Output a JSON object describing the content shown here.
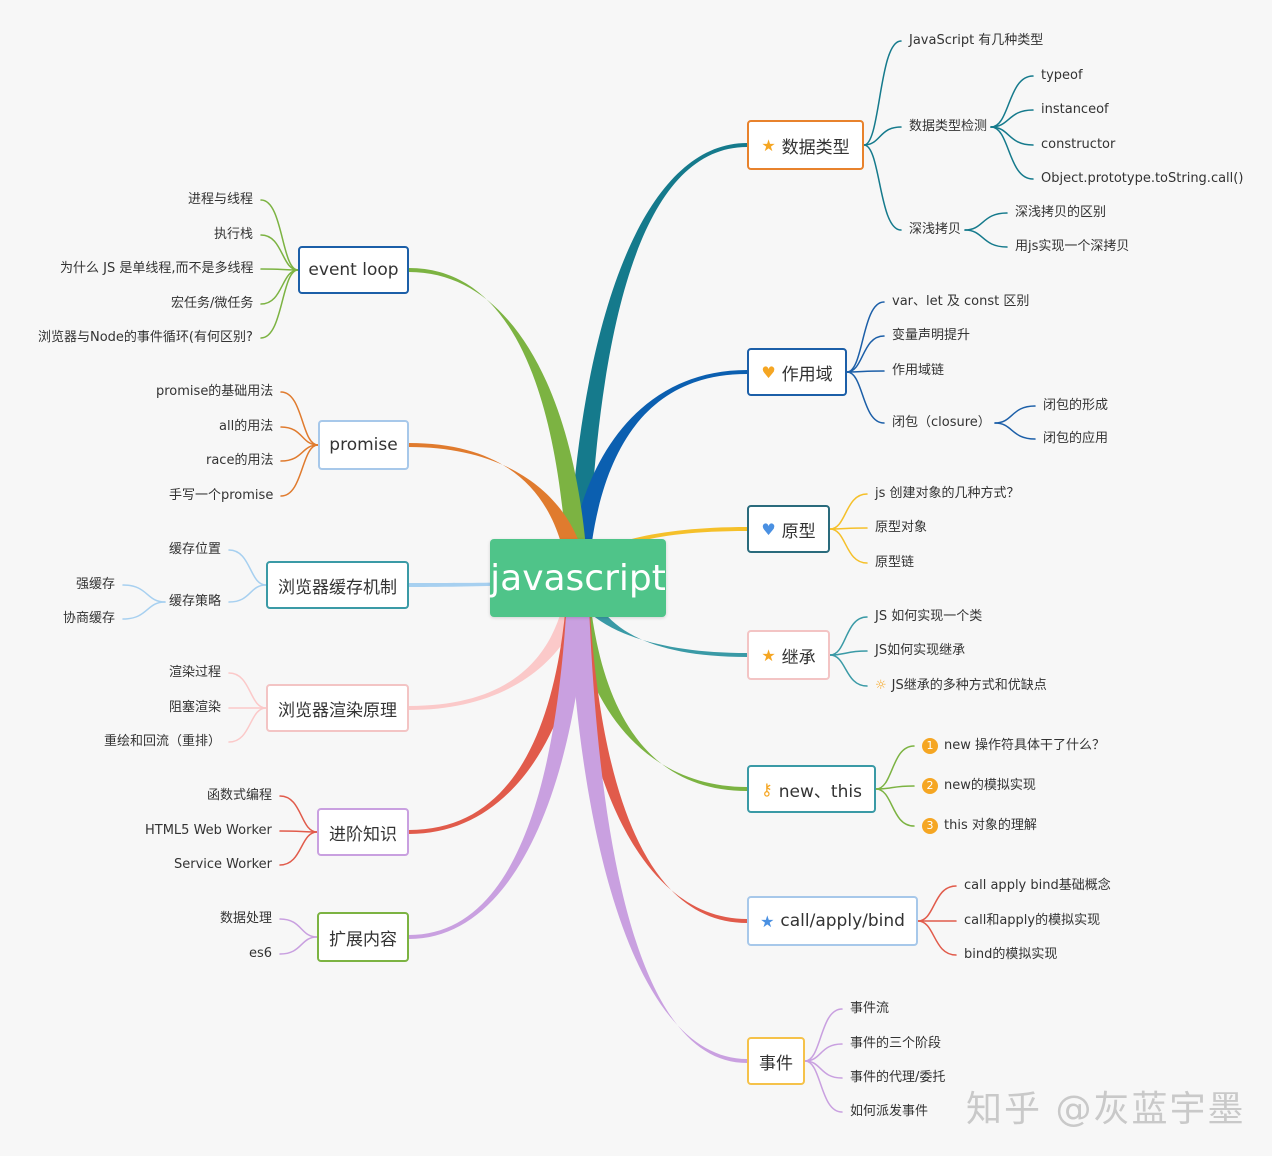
{
  "center": {
    "label": "javascript"
  },
  "watermark": "知乎 @灰蓝宇墨",
  "topics": [
    {
      "id": "t1",
      "label": "数据类型",
      "icon": "star-icon",
      "glyph": "★",
      "icon_color": "#f5a623",
      "color": "#e8822c",
      "children": [
        {
          "label": "JavaScript 有几种类型",
          "children": []
        },
        {
          "label": "数据类型检测",
          "children": [
            {
              "label": "typeof"
            },
            {
              "label": "instanceof"
            },
            {
              "label": "constructor"
            },
            {
              "label": "Object.prototype.toString.call()"
            }
          ]
        },
        {
          "label": "深浅拷贝",
          "children": [
            {
              "label": "深浅拷贝的区别"
            },
            {
              "label": "用js实现一个深拷贝"
            }
          ]
        }
      ]
    },
    {
      "id": "t2",
      "label": "作用域",
      "icon": "heart-icon",
      "glyph": "♥",
      "icon_color": "#f5a623",
      "color": "#1c5fa8",
      "children": [
        {
          "label": "var、let 及 const 区别",
          "children": []
        },
        {
          "label": "变量声明提升",
          "children": []
        },
        {
          "label": "作用域链",
          "children": []
        },
        {
          "label": "闭包（closure）",
          "children": [
            {
              "label": "闭包的形成"
            },
            {
              "label": "闭包的应用"
            }
          ]
        }
      ]
    },
    {
      "id": "t3",
      "label": "原型",
      "icon": "heart-icon",
      "glyph": "♥",
      "icon_color": "#4a90e2",
      "color": "#2a6b7c",
      "children": [
        {
          "label": "js 创建对象的几种方式？",
          "children": []
        },
        {
          "label": "原型对象",
          "children": []
        },
        {
          "label": "原型链",
          "children": []
        }
      ]
    },
    {
      "id": "t4",
      "label": "继承",
      "icon": "star-icon",
      "glyph": "★",
      "icon_color": "#f5a623",
      "color": "#f3c4c4",
      "children": [
        {
          "label": "JS 如何实现一个类",
          "children": []
        },
        {
          "label": "JS如何实现继承",
          "children": []
        },
        {
          "label": "JS继承的多种方式和优缺点",
          "bulb": true,
          "children": []
        }
      ]
    },
    {
      "id": "t5",
      "label": "new、this",
      "icon": "key-icon",
      "glyph": "⚷",
      "icon_color": "#f5a623",
      "color": "#3a9aa6",
      "children": [
        {
          "label": "new 操作符具体干了什么？",
          "num": "1",
          "children": []
        },
        {
          "label": "new的模拟实现",
          "num": "2",
          "children": []
        },
        {
          "label": "this 对象的理解",
          "num": "3",
          "children": []
        }
      ]
    },
    {
      "id": "t6",
      "label": "call/apply/bind",
      "icon": "star-icon",
      "glyph": "★",
      "icon_color": "#4a90e2",
      "color": "#a7c8ea",
      "children": [
        {
          "label": "call apply bind基础概念",
          "children": []
        },
        {
          "label": "call和apply的模拟实现",
          "children": []
        },
        {
          "label": "bind的模拟实现",
          "children": []
        }
      ]
    },
    {
      "id": "t7",
      "label": "事件",
      "icon": "",
      "glyph": "",
      "icon_color": "",
      "color": "#f5c24a",
      "children": [
        {
          "label": "事件流",
          "children": []
        },
        {
          "label": "事件的三个阶段",
          "children": []
        },
        {
          "label": "事件的代理/委托",
          "children": []
        },
        {
          "label": "如何派发事件",
          "children": []
        }
      ]
    },
    {
      "id": "t8",
      "label": "event loop",
      "icon": "",
      "glyph": "",
      "icon_color": "",
      "color": "#1c5fa8",
      "children": [
        {
          "label": "进程与线程",
          "children": []
        },
        {
          "label": "执行栈",
          "children": []
        },
        {
          "label": "为什么 JS 是单线程,而不是多线程",
          "children": []
        },
        {
          "label": "宏任务/微任务",
          "children": []
        },
        {
          "label": "浏览器与Node的事件循环(有何区别?",
          "children": []
        }
      ]
    },
    {
      "id": "t9",
      "label": "promise",
      "icon": "",
      "glyph": "",
      "icon_color": "",
      "color": "#a7c8ea",
      "children": [
        {
          "label": "promise的基础用法",
          "children": []
        },
        {
          "label": "all的用法",
          "children": []
        },
        {
          "label": "race的用法",
          "children": []
        },
        {
          "label": "手写一个promise",
          "children": []
        }
      ]
    },
    {
      "id": "t10",
      "label": "浏览器缓存机制",
      "icon": "",
      "glyph": "",
      "icon_color": "",
      "color": "#3a9aa6",
      "children": [
        {
          "label": "缓存位置",
          "children": []
        },
        {
          "label": "缓存策略",
          "children": [
            {
              "label": "强缓存"
            },
            {
              "label": "协商缓存"
            }
          ]
        }
      ]
    },
    {
      "id": "t11",
      "label": "浏览器渲染原理",
      "icon": "",
      "glyph": "",
      "icon_color": "",
      "color": "#f3c4c4",
      "children": [
        {
          "label": "渲染过程",
          "children": []
        },
        {
          "label": "阻塞渲染",
          "children": []
        },
        {
          "label": "重绘和回流（重排）",
          "children": []
        }
      ]
    },
    {
      "id": "t12",
      "label": "进阶知识",
      "icon": "",
      "glyph": "",
      "icon_color": "",
      "color": "#c9a0e0",
      "children": [
        {
          "label": "函数式编程",
          "children": []
        },
        {
          "label": "HTML5 Web Worker",
          "children": []
        },
        {
          "label": "Service Worker",
          "children": []
        }
      ]
    },
    {
      "id": "t13",
      "label": "扩展内容",
      "icon": "",
      "glyph": "",
      "icon_color": "",
      "color": "#7cb342",
      "children": [
        {
          "label": "数据处理",
          "children": []
        },
        {
          "label": "es6",
          "children": []
        }
      ]
    }
  ]
}
